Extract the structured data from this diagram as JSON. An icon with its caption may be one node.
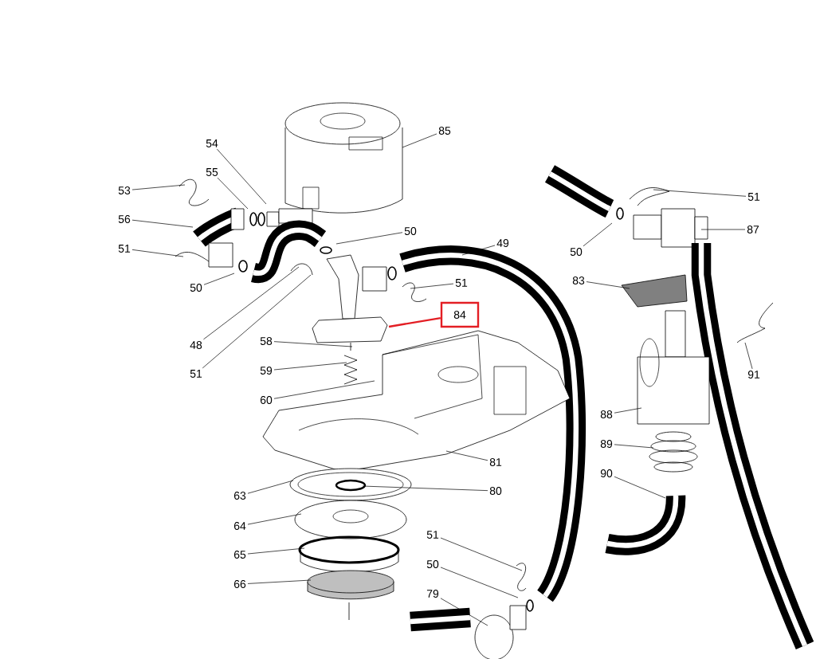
{
  "diagram": {
    "nodes": [
      {
        "text": [
          "85"
        ]
      },
      {
        "text": [
          "54"
        ]
      },
      {
        "text": [
          "55"
        ]
      },
      {
        "text": [
          "53"
        ]
      },
      {
        "text": [
          "51"
        ]
      },
      {
        "text": [
          "56"
        ]
      },
      {
        "text": [
          "87"
        ]
      },
      {
        "text": [
          "50"
        ]
      },
      {
        "text": [
          "49"
        ]
      },
      {
        "text": [
          "51"
        ]
      },
      {
        "text": [
          "50"
        ]
      },
      {
        "text": [
          "83"
        ]
      },
      {
        "text": [
          "51"
        ]
      },
      {
        "text": [
          "50"
        ]
      },
      {
        "text": [
          "84"
        ]
      },
      {
        "text": [
          "58"
        ]
      },
      {
        "text": [
          "48"
        ]
      },
      {
        "text": [
          "59"
        ]
      },
      {
        "text": [
          "51"
        ]
      },
      {
        "text": [
          "91"
        ]
      },
      {
        "text": [
          "60"
        ]
      },
      {
        "text": [
          "88"
        ]
      },
      {
        "text": [
          "89"
        ]
      },
      {
        "text": [
          "81"
        ]
      },
      {
        "text": [
          "90"
        ]
      },
      {
        "text": [
          "80"
        ]
      },
      {
        "text": [
          "63"
        ]
      },
      {
        "text": [
          "64"
        ]
      },
      {
        "text": [
          "51"
        ]
      },
      {
        "text": [
          "65"
        ]
      },
      {
        "text": [
          "50"
        ]
      },
      {
        "text": [
          "66"
        ]
      },
      {
        "text": [
          "79"
        ]
      }
    ],
    "edges": [
      {
        "from": 0,
        "to": null,
        "arrow": "none"
      },
      {
        "from": 1,
        "to": null,
        "arrow": "none"
      },
      {
        "from": 2,
        "to": null,
        "arrow": "none"
      },
      {
        "from": 3,
        "to": null,
        "arrow": "none"
      },
      {
        "from": 4,
        "to": null,
        "arrow": "none"
      },
      {
        "from": 5,
        "to": null,
        "arrow": "none"
      },
      {
        "from": 6,
        "to": null,
        "arrow": "none"
      },
      {
        "from": 7,
        "to": null,
        "arrow": "none"
      },
      {
        "from": 8,
        "to": null,
        "arrow": "none"
      },
      {
        "from": 9,
        "to": null,
        "arrow": "none"
      },
      {
        "from": 10,
        "to": null,
        "arrow": "none"
      },
      {
        "from": 11,
        "to": null,
        "arrow": "none"
      },
      {
        "from": 12,
        "to": null,
        "arrow": "none"
      },
      {
        "from": 13,
        "to": null,
        "arrow": "none"
      },
      {
        "from": 14,
        "to": null,
        "arrow": "none",
        "style": "thick",
        "color": "#e31e24"
      },
      {
        "from": 15,
        "to": null,
        "arrow": "none"
      },
      {
        "from": 16,
        "to": null,
        "arrow": "none"
      },
      {
        "from": 17,
        "to": null,
        "arrow": "none"
      },
      {
        "from": 18,
        "to": null,
        "arrow": "none"
      },
      {
        "from": 19,
        "to": null,
        "arrow": "none"
      },
      {
        "from": 20,
        "to": null,
        "arrow": "none"
      },
      {
        "from": 21,
        "to": null,
        "arrow": "none"
      },
      {
        "from": 22,
        "to": null,
        "arrow": "none"
      },
      {
        "from": 23,
        "to": null,
        "arrow": "none"
      },
      {
        "from": 24,
        "to": null,
        "arrow": "none"
      },
      {
        "from": 25,
        "to": null,
        "arrow": "none"
      },
      {
        "from": 26,
        "to": null,
        "arrow": "none"
      },
      {
        "from": 27,
        "to": null,
        "arrow": "none"
      },
      {
        "from": 28,
        "to": null,
        "arrow": "none"
      },
      {
        "from": 29,
        "to": null,
        "arrow": "none"
      },
      {
        "from": 30,
        "to": null,
        "arrow": "none"
      },
      {
        "from": 31,
        "to": null,
        "arrow": "none"
      },
      {
        "from": 32,
        "to": null,
        "arrow": "none"
      }
    ]
  }
}
